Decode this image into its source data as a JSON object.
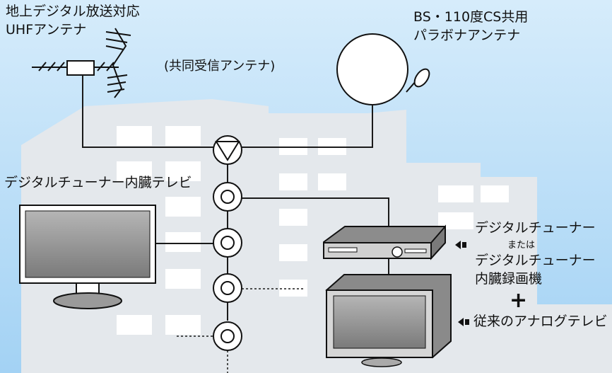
{
  "labels": {
    "uhf_antenna_line1": "地上デジタル放送対応",
    "uhf_antenna_line2": "UHFアンテナ",
    "shared_antenna": "(共同受信アンテナ)",
    "bs_antenna_line1": "BS・110度CS共用",
    "bs_antenna_line2": "パラボナアンテナ",
    "digital_tv": "デジタルチューナー内臓テレビ",
    "tuner_line1": "デジタルチューナー",
    "tuner_or": "または",
    "tuner_line2": "デジタルチューナー",
    "tuner_line3": "内臓録画機",
    "plus": "+",
    "analog_tv": "従来のアナログテレビ"
  },
  "colors": {
    "sky_top": "#cfe9fa",
    "sky_bottom": "#a6d4f5",
    "building": "#e6eaee",
    "window": "#ffffff",
    "line": "#1a1a1a"
  }
}
